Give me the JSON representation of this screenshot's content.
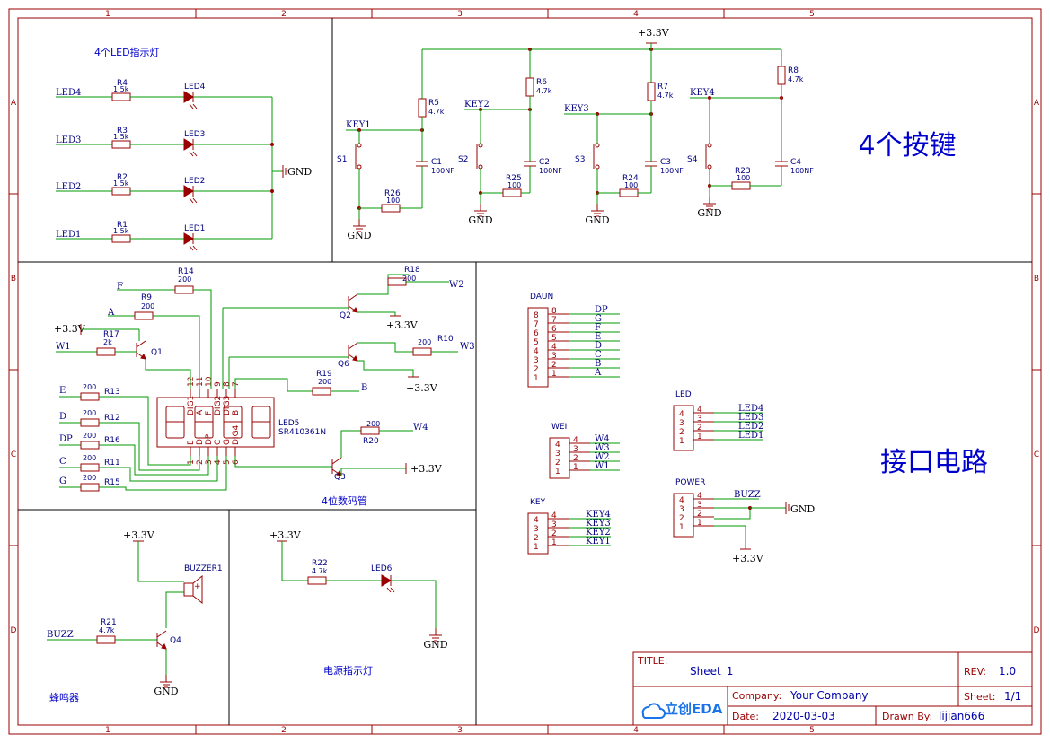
{
  "sheet_ticks": {
    "cols": [
      "1",
      "2",
      "3",
      "4",
      "5"
    ],
    "rows": [
      "A",
      "B",
      "C",
      "D"
    ]
  },
  "sections": {
    "led_indicator": "4个LED指示灯",
    "keys": "4个按键",
    "display": "4位数码管",
    "interface": "接口电路",
    "buzzer": "蜂鸣器",
    "power_led": "电源指示灯"
  },
  "power": {
    "vcc": "+3.3V",
    "gnd": "GND"
  },
  "leds": [
    {
      "net": "LED4",
      "r": "R4",
      "rv": "1.5k",
      "d": "LED4"
    },
    {
      "net": "LED3",
      "r": "R3",
      "rv": "1.5k",
      "d": "LED3"
    },
    {
      "net": "LED2",
      "r": "R2",
      "rv": "1.5k",
      "d": "LED2"
    },
    {
      "net": "LED1",
      "r": "R1",
      "rv": "1.5k",
      "d": "LED1"
    }
  ],
  "keys": [
    {
      "net": "KEY1",
      "sw": "S1",
      "rp": "R5",
      "rpv": "4.7k",
      "rs": "R26",
      "rsv": "100",
      "c": "C1",
      "cv": "100NF"
    },
    {
      "net": "KEY2",
      "sw": "S2",
      "rp": "R6",
      "rpv": "4.7k",
      "rs": "R25",
      "rsv": "100",
      "c": "C2",
      "cv": "100NF"
    },
    {
      "net": "KEY3",
      "sw": "S3",
      "rp": "R7",
      "rpv": "4.7k",
      "rs": "R24",
      "rsv": "100",
      "c": "C3",
      "cv": "100NF"
    },
    {
      "net": "KEY4",
      "sw": "S4",
      "rp": "R8",
      "rpv": "4.7k",
      "rs": "R23",
      "rsv": "100",
      "c": "C4",
      "cv": "100NF"
    }
  ],
  "display": {
    "ref": "LED5",
    "part": "SR410361N",
    "top_pins": [
      "12",
      "11",
      "10",
      "9",
      "8",
      "7"
    ],
    "top_names": [
      "DIG1",
      "A",
      "F",
      "DIG2",
      "DIG3",
      "B"
    ],
    "bot_pins": [
      "1",
      "2",
      "3",
      "4",
      "5",
      "6"
    ],
    "bot_names": [
      "E",
      "D",
      "DP",
      "C",
      "G",
      "DIG4"
    ],
    "left_nets": [
      {
        "net": "F",
        "r": "R14",
        "v": "200"
      },
      {
        "net": "A",
        "r": "R9",
        "v": "200"
      },
      {
        "net": "E",
        "r": "R13",
        "v": "200"
      },
      {
        "net": "D",
        "r": "R12",
        "v": "200"
      },
      {
        "net": "DP",
        "r": "R16",
        "v": "200"
      },
      {
        "net": "C",
        "r": "R11",
        "v": "200"
      },
      {
        "net": "G",
        "r": "R15",
        "v": "200"
      }
    ],
    "q1": {
      "ref": "Q1",
      "net": "W1",
      "r": "R17",
      "v": "2k"
    },
    "q2": {
      "ref": "Q2",
      "net": "W2",
      "r": "R18",
      "v": "200"
    },
    "q6": {
      "ref": "Q6",
      "net": "W3",
      "r": "R10",
      "v": "200"
    },
    "q3": {
      "ref": "Q3",
      "net": "W4",
      "r": "R20",
      "v": "200"
    },
    "b": {
      "net": "B",
      "r": "R19",
      "v": "200"
    }
  },
  "headers": {
    "daun": {
      "name": "DAUN",
      "pins": [
        "8",
        "7",
        "6",
        "5",
        "4",
        "3",
        "2",
        "1"
      ],
      "nets": [
        "DP",
        "G",
        "F",
        "E",
        "D",
        "C",
        "B",
        "A"
      ]
    },
    "wei": {
      "name": "WEI",
      "pins": [
        "4",
        "3",
        "2",
        "1"
      ],
      "nets": [
        "W4",
        "W3",
        "W2",
        "W1"
      ]
    },
    "key": {
      "name": "KEY",
      "pins": [
        "4",
        "3",
        "2",
        "1"
      ],
      "nets": [
        "KEY4",
        "KEY3",
        "KEY2",
        "KEY1"
      ]
    },
    "led": {
      "name": "LED",
      "pins": [
        "4",
        "3",
        "2",
        "1"
      ],
      "nets": [
        "LED4",
        "LED3",
        "LED2",
        "LED1"
      ]
    },
    "power": {
      "name": "POWER",
      "pins": [
        "4",
        "3",
        "2",
        "1"
      ],
      "nets": [
        "BUZZ",
        "",
        "",
        ""
      ]
    }
  },
  "buzzer": {
    "ref": "BUZZER1",
    "net": "BUZZ",
    "r": "R21",
    "v": "4.7k",
    "q": "Q4"
  },
  "power_led": {
    "r": "R22",
    "v": "4.7k",
    "d": "LED6"
  },
  "title_block": {
    "title_label": "TITLE:",
    "title": "Sheet_1",
    "rev_label": "REV:",
    "rev": "1.0",
    "company_label": "Company:",
    "company": "Your Company",
    "sheet_label": "Sheet:",
    "sheet": "1/1",
    "date_label": "Date:",
    "date": "2020-03-03",
    "drawn_label": "Drawn By:",
    "drawn": "lijian666",
    "logo": "立创EDA"
  }
}
